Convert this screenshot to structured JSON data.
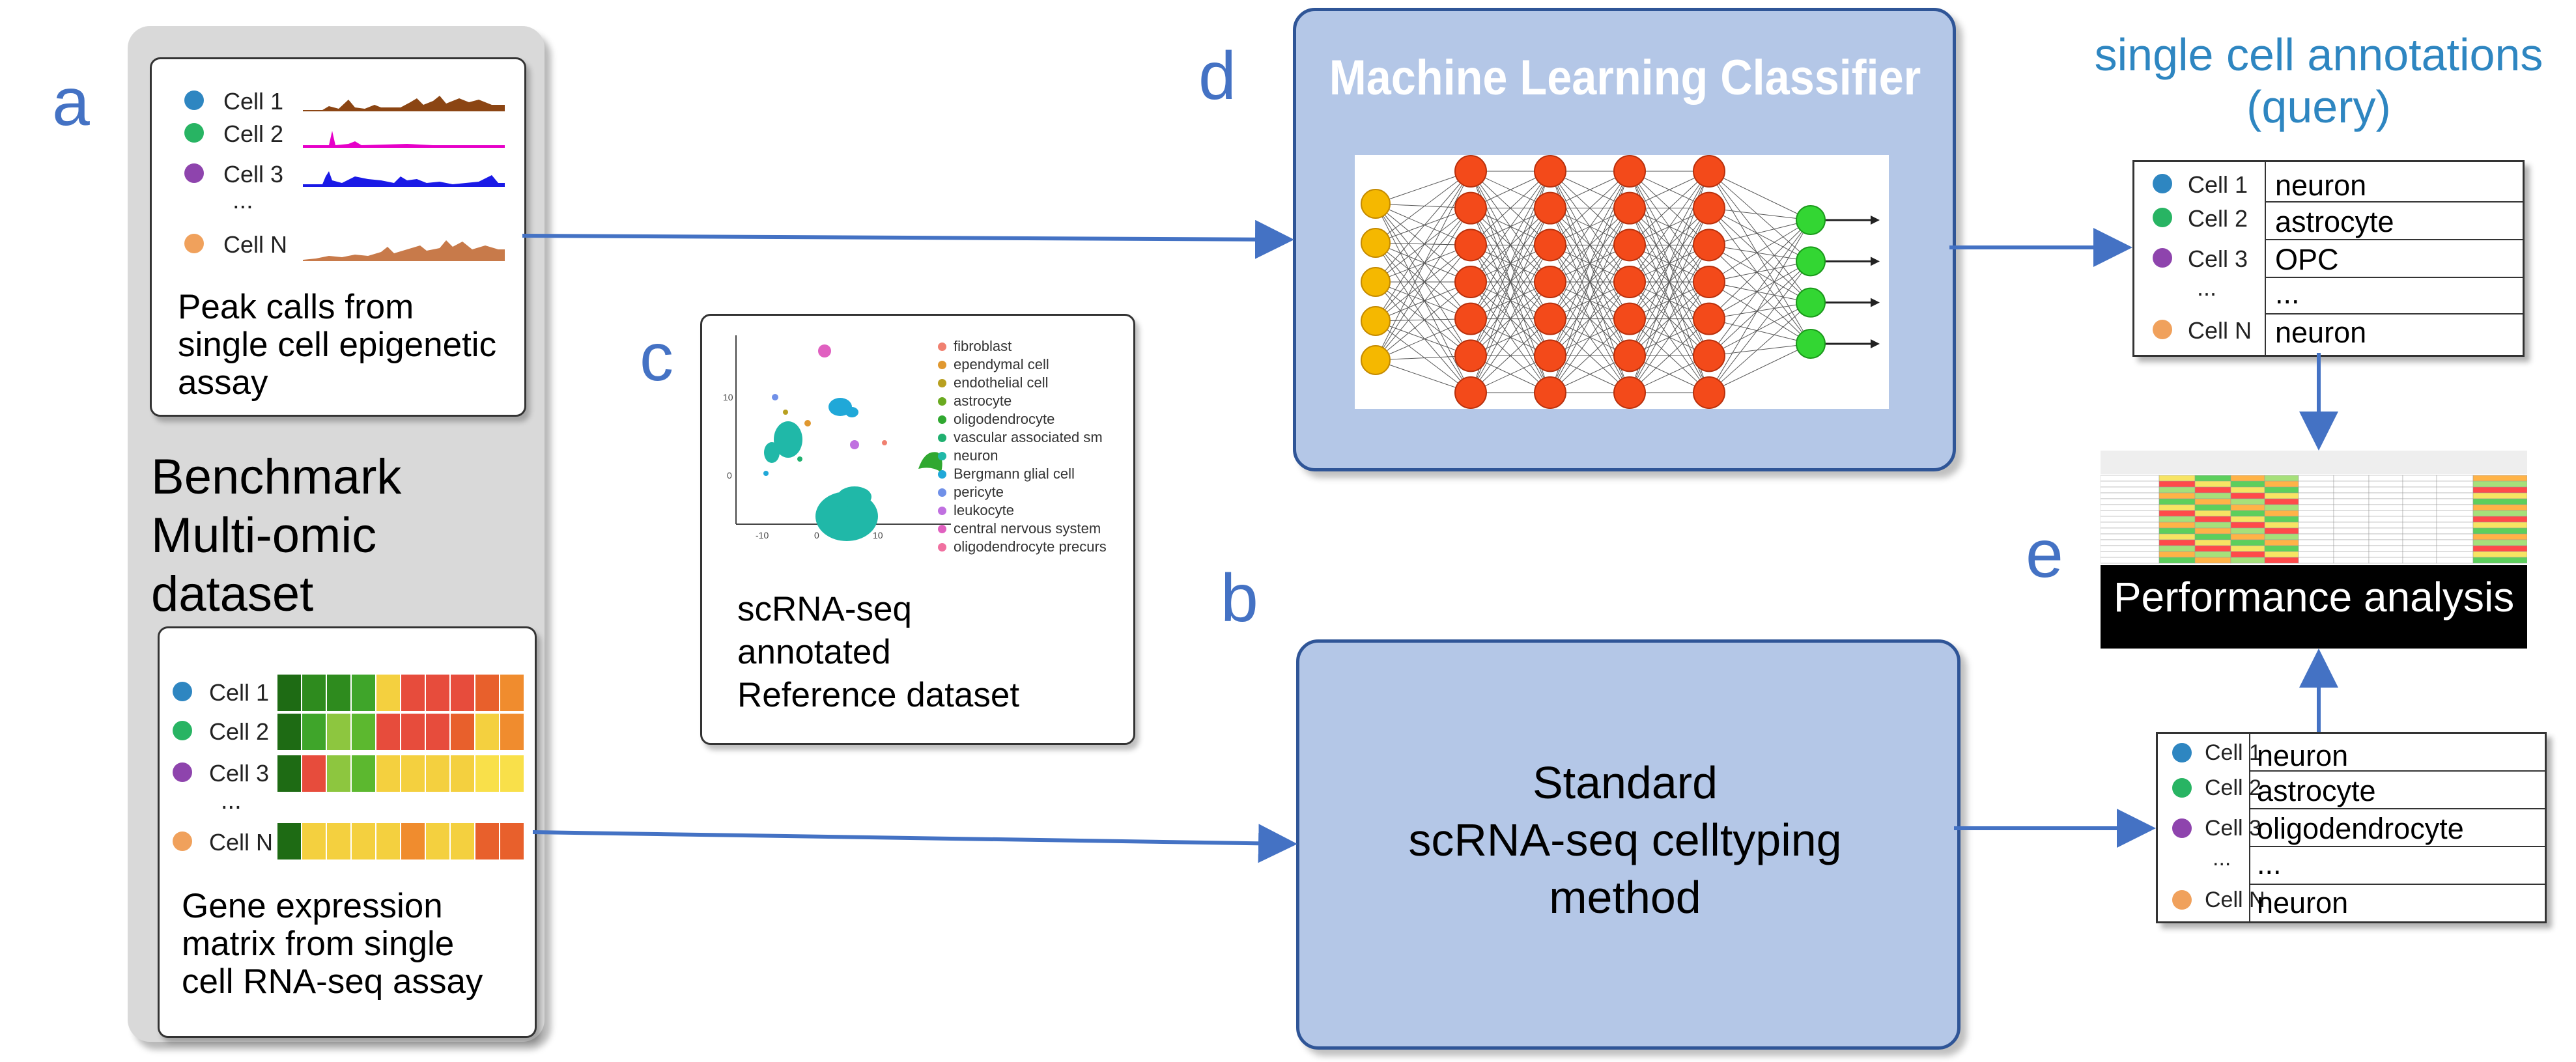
{
  "panel_letters": {
    "a": "a",
    "b": "b",
    "c": "c",
    "d": "d",
    "e": "e"
  },
  "benchmark": {
    "title": "Benchmark\nMulti-omic\ndataset"
  },
  "peak_card": {
    "cells": [
      {
        "label": "Cell 1",
        "color": "#2e86c1"
      },
      {
        "label": "Cell 2",
        "color": "#28b463"
      },
      {
        "label": "Cell 3",
        "color": "#8e44ad"
      },
      {
        "label": "Cell N",
        "color": "#f0a15c"
      }
    ],
    "ellipsis": "...",
    "track_colors": [
      "#8b4513",
      "#e600c8",
      "#1a1ae6",
      "#c87a4a"
    ],
    "caption": "Peak calls from\nsingle cell epigenetic\nassay"
  },
  "expr_card": {
    "cells": [
      {
        "label": "Cell 1",
        "color": "#2e86c1"
      },
      {
        "label": "Cell 2",
        "color": "#28b463"
      },
      {
        "label": "Cell 3",
        "color": "#8e44ad"
      },
      {
        "label": "Cell N",
        "color": "#f0a15c"
      }
    ],
    "ellipsis": "...",
    "heatmap_rows": [
      [
        "#1e6b14",
        "#2e8b1e",
        "#2e8b1e",
        "#3fa52a",
        "#f4d03f",
        "#e74c3c",
        "#e74c3c",
        "#e74c3c",
        "#e8602c",
        "#f08c2e"
      ],
      [
        "#1e6b14",
        "#3fa52a",
        "#8dc63f",
        "#5cb82f",
        "#e74c3c",
        "#e74c3c",
        "#e74c3c",
        "#e8602c",
        "#f4d03f",
        "#f08c2e"
      ],
      [
        "#1e6b14",
        "#e74c3c",
        "#8dc63f",
        "#5cb82f",
        "#f4d03f",
        "#f4d03f",
        "#f4d03f",
        "#f4d03f",
        "#f9e04a",
        "#f9e04a"
      ],
      [
        "#1e6b14",
        "#f4d03f",
        "#f4d03f",
        "#f4d03f",
        "#f4d03f",
        "#f08c2e",
        "#f4d03f",
        "#f4d03f",
        "#e8602c",
        "#e8602c"
      ]
    ],
    "caption": "Gene expression\nmatrix from single\ncell RNA-seq assay"
  },
  "reference_card": {
    "caption": "scRNA-seq\nannotated\nReference dataset",
    "axis_ticks": {
      "y": [
        "10",
        "0"
      ],
      "x": [
        "-10",
        "0",
        "10"
      ]
    },
    "legend": [
      {
        "label": "fibroblast",
        "color": "#f08070"
      },
      {
        "label": "ependymal cell",
        "color": "#e09830"
      },
      {
        "label": "endothelial cell",
        "color": "#b8a020"
      },
      {
        "label": "astrocyte",
        "color": "#6aaa20"
      },
      {
        "label": "oligodendrocyte",
        "color": "#30a830"
      },
      {
        "label": "vascular associated sm",
        "color": "#20b070"
      },
      {
        "label": "neuron",
        "color": "#20b8a8"
      },
      {
        "label": "Bergmann glial cell",
        "color": "#20a8d8"
      },
      {
        "label": "pericyte",
        "color": "#7090e8"
      },
      {
        "label": "leukocyte",
        "color": "#c070e0"
      },
      {
        "label": "central nervous system",
        "color": "#e060c0"
      },
      {
        "label": "oligodendrocyte precurs",
        "color": "#f070a0"
      }
    ]
  },
  "ml_box": {
    "title": "Machine Learning Classifier",
    "background": "#b4c7e7",
    "border": "#2f5597"
  },
  "std_box": {
    "text": "Standard\nscRNA-seq celltyping\nmethod"
  },
  "query": {
    "title": "single cell annotations\n(query)",
    "rows": [
      {
        "cell": "Cell 1",
        "label": "neuron",
        "color": "#2e86c1"
      },
      {
        "cell": "Cell 2",
        "label": "astrocyte",
        "color": "#28b463"
      },
      {
        "cell": "Cell 3",
        "label": "OPC",
        "color": "#8e44ad"
      },
      {
        "cell": "...",
        "label": "...",
        "color": ""
      },
      {
        "cell": "Cell N",
        "label": "neuron",
        "color": "#f0a15c"
      }
    ]
  },
  "standard_out": {
    "rows": [
      {
        "cell": "Cell 1",
        "label": "neuron",
        "color": "#2e86c1"
      },
      {
        "cell": "Cell 2",
        "label": "astrocyte",
        "color": "#28b463"
      },
      {
        "cell": "Cell 3",
        "label": "oligodendrocyte",
        "color": "#8e44ad"
      },
      {
        "cell": "...",
        "label": "...",
        "color": ""
      },
      {
        "cell": "Cell N",
        "label": "neuron",
        "color": "#f0a15c"
      }
    ]
  },
  "performance": {
    "label": "Performance analysis"
  },
  "colors": {
    "arrow": "#4472c4",
    "letter": "#4472c4",
    "accent_title": "#2e86c1"
  }
}
